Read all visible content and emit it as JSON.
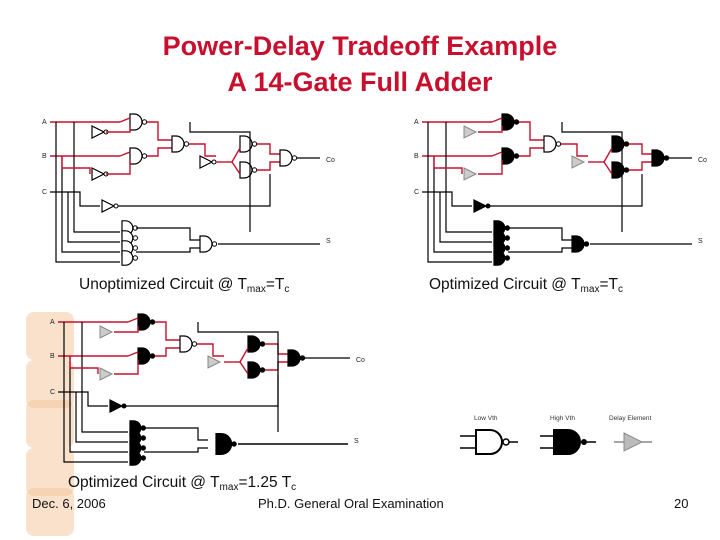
{
  "slide": {
    "title_line1": "Power-Delay Tradeoff Example",
    "title_line2": "A 14-Gate Full Adder",
    "footer_left": "Dec. 6, 2006",
    "footer_center": "Ph.D. General Oral Examination",
    "page_number": "20",
    "accent_color": "#c8102e"
  },
  "circuits": {
    "input_a": "A",
    "input_b": "B",
    "input_c": "C",
    "output_co": "Co",
    "output_s": "S"
  },
  "captions": {
    "unopt": {
      "prefix": "Unoptimized Circuit @ T",
      "sub1": "max",
      "mid": "=T",
      "sub2": "c"
    },
    "opt": {
      "prefix": "Optimized Circuit @ T",
      "sub1": "max",
      "mid": "=T",
      "sub2": "c"
    },
    "opt125": {
      "prefix": "Optimized Circuit @ T",
      "sub1": "max",
      "mid": "=1.25 T",
      "sub2": "c"
    }
  },
  "legend": {
    "low_vth": "Low Vth",
    "high_vth": "High Vth",
    "delay_element": "Delay Element"
  }
}
